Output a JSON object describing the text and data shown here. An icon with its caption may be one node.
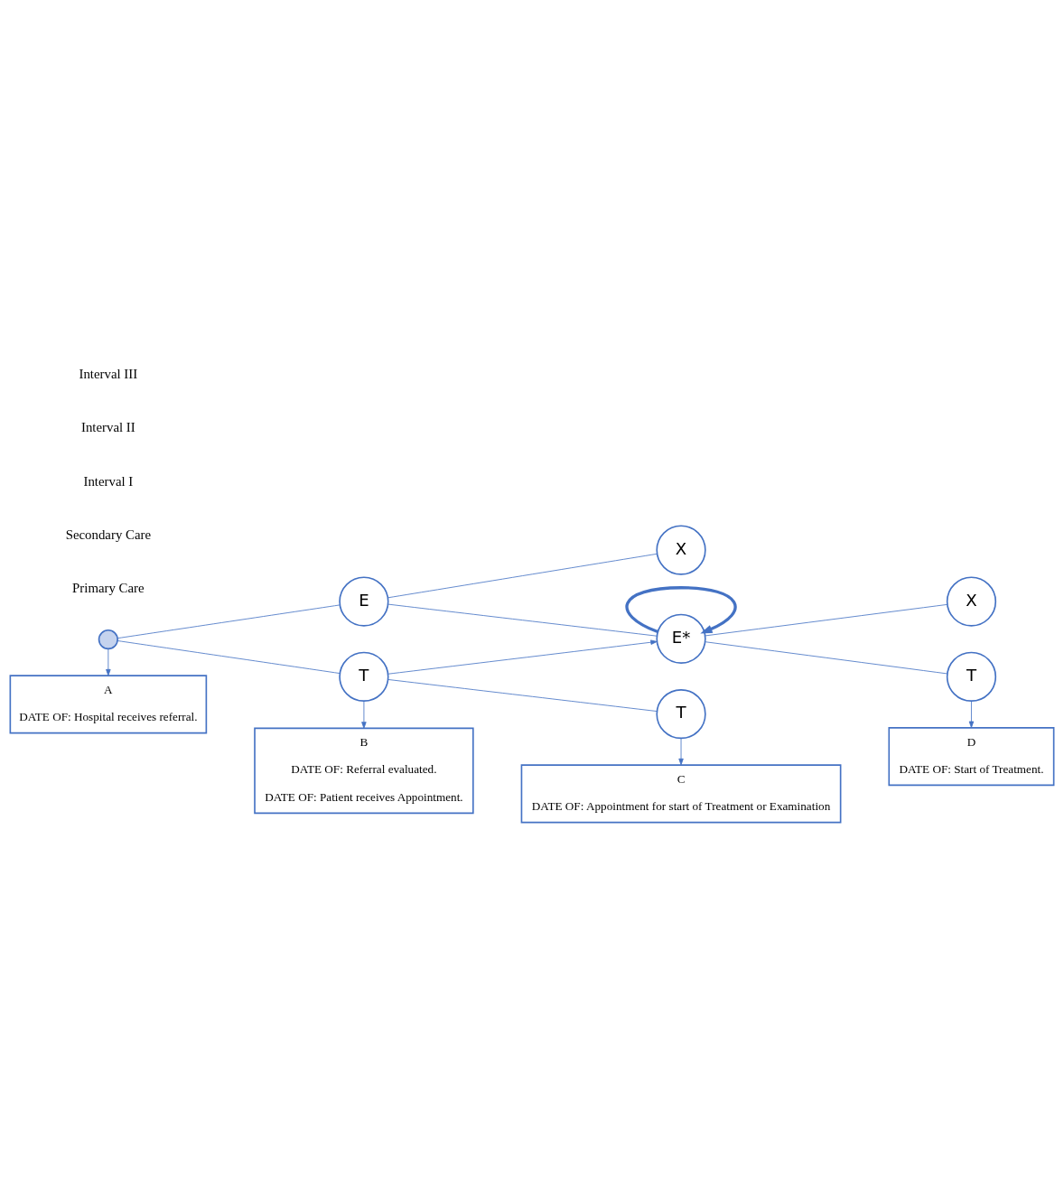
{
  "diagram": {
    "nodes": [
      {
        "text": [],
        "shape": "circle"
      },
      {
        "text": [
          "E"
        ]
      },
      {
        "text": [
          "T"
        ]
      },
      {
        "text": [
          "X"
        ]
      },
      {
        "text": [
          "E*"
        ]
      },
      {
        "text": [
          "T"
        ]
      },
      {
        "text": [
          "X"
        ]
      },
      {
        "text": [
          "T"
        ]
      },
      {
        "text": [
          "A",
          "DATE OF: Hospital receives referral."
        ]
      },
      {
        "text": [
          "B",
          "DATE OF: Referral evaluated.",
          "DATE OF: Patient receives Appointment."
        ]
      },
      {
        "text": [
          "C",
          "DATE OF: Appointment for start of Treatment or Examination"
        ]
      },
      {
        "text": [
          "D",
          "DATE OF: Start of Treatment."
        ]
      }
    ],
    "edges": [
      {
        "from": 0,
        "to": 1,
        "arrow": "none"
      },
      {
        "from": 0,
        "to": 2,
        "arrow": "none"
      },
      {
        "from": 1,
        "to": 3,
        "arrow": "none"
      },
      {
        "from": 1,
        "to": 4,
        "arrow": "none"
      },
      {
        "from": 2,
        "to": 5,
        "arrow": "none"
      },
      {
        "from": 2,
        "to": 4,
        "arrow": "to"
      },
      {
        "from": 4,
        "to": 4,
        "arrow": "to",
        "style": "thick"
      },
      {
        "from": 4,
        "to": 6,
        "arrow": "none"
      },
      {
        "from": 4,
        "to": 7,
        "arrow": "none"
      },
      {
        "from": 0,
        "to": 8,
        "arrow": "to"
      },
      {
        "from": 2,
        "to": 9,
        "arrow": "to"
      },
      {
        "from": 5,
        "to": 10,
        "arrow": "to"
      },
      {
        "from": 7,
        "to": 11,
        "arrow": "to"
      }
    ],
    "labels": [
      "Primary Care",
      "Secondary Care",
      "Interval I",
      "Interval II",
      "Interval III"
    ]
  }
}
